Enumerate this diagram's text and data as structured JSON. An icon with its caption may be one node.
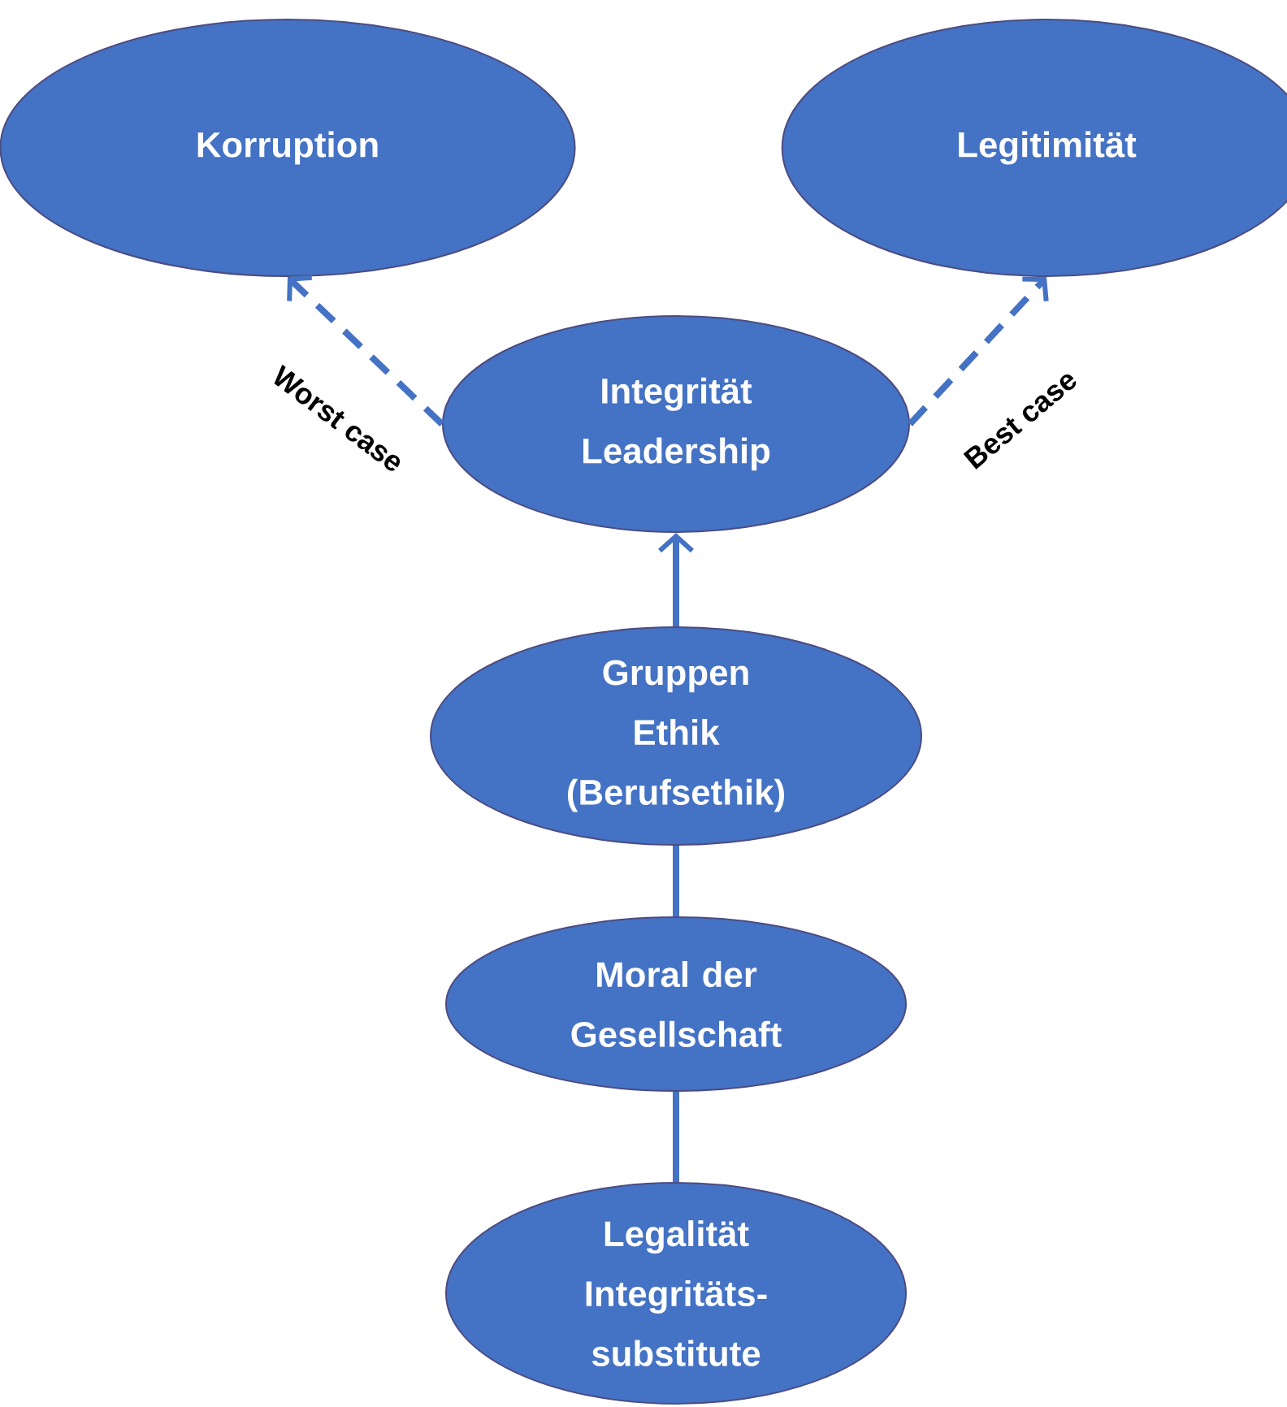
{
  "diagram": {
    "nodes": [
      {
        "text": [
          "Korruption"
        ]
      },
      {
        "text": [
          "Legitimität"
        ]
      },
      {
        "text": [
          "Integrität Leadership"
        ]
      },
      {
        "text": [
          "Gruppen Ethik (Berufsethik)"
        ]
      },
      {
        "text": [
          "Moral der Gesellschaft"
        ]
      },
      {
        "text": [
          "Legalität Integritäts-substitute"
        ]
      }
    ],
    "edges": [
      {
        "from": 2,
        "to": 0,
        "arrow": "to",
        "style": "dashed",
        "label": "Worst case"
      },
      {
        "from": 2,
        "to": 1,
        "arrow": "to",
        "style": "dashed",
        "label": "Best case"
      },
      {
        "from": 3,
        "to": 2,
        "arrow": "to"
      },
      {
        "from": 4,
        "to": 3,
        "arrow": "none"
      },
      {
        "from": 5,
        "to": 4,
        "arrow": "none"
      }
    ]
  }
}
